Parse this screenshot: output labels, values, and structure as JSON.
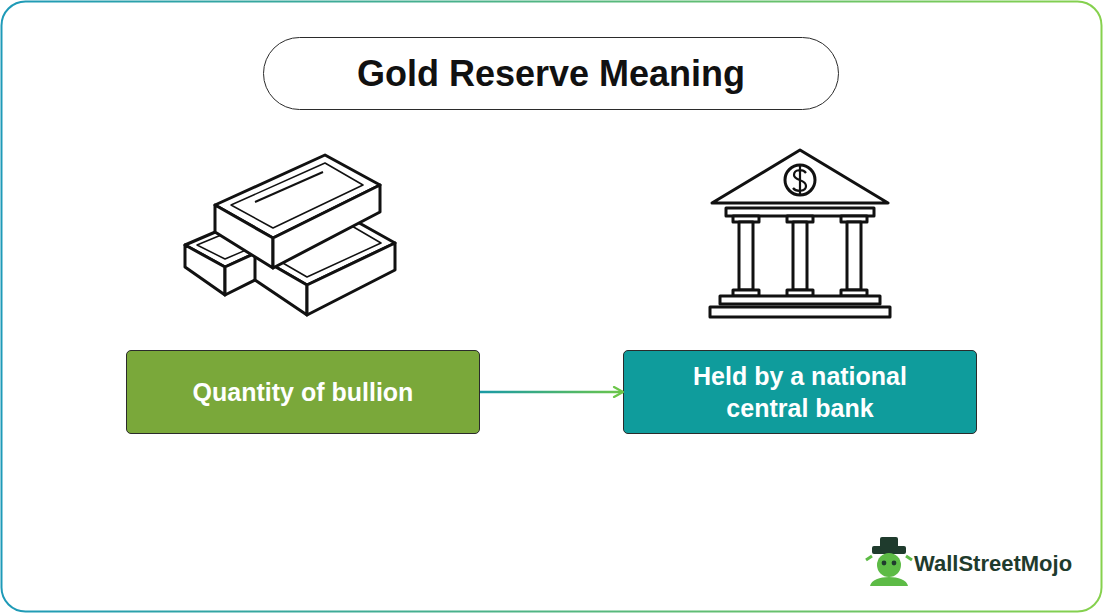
{
  "diagram": {
    "title": "Gold Reserve Meaning",
    "nodes": [
      {
        "text": [
          "Quantity of bullion"
        ]
      },
      {
        "text": [
          "Held by a national central bank"
        ]
      }
    ],
    "edges": [
      {
        "from": 0,
        "to": 1,
        "arrow": "to"
      }
    ],
    "labels": [
      "WallStreetMojo"
    ]
  }
}
